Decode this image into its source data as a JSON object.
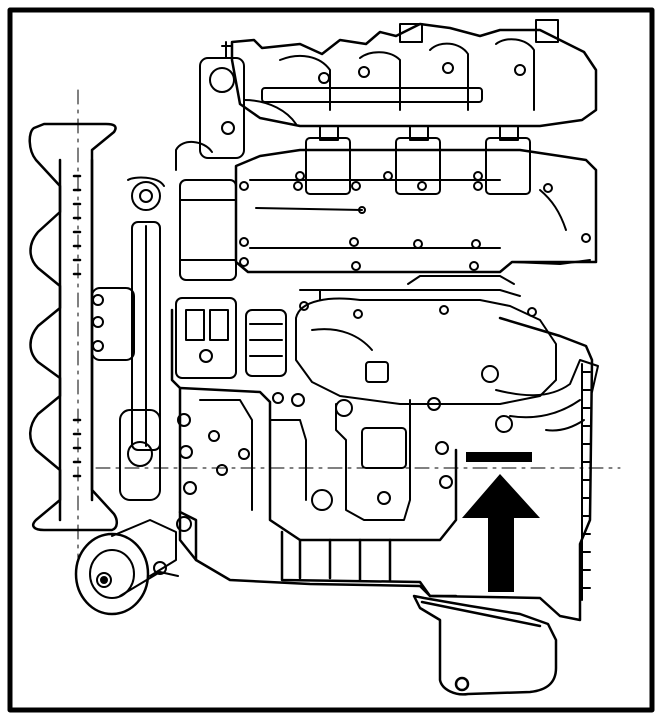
{
  "figure": {
    "kind": "technical line drawing",
    "subject": "engine-side-view",
    "colors": {
      "ink": "#000000",
      "paper": "#ffffff"
    },
    "callouts": [
      {
        "name": "indicator-arrow",
        "direction": "up"
      },
      {
        "name": "indicator-bar"
      }
    ]
  }
}
